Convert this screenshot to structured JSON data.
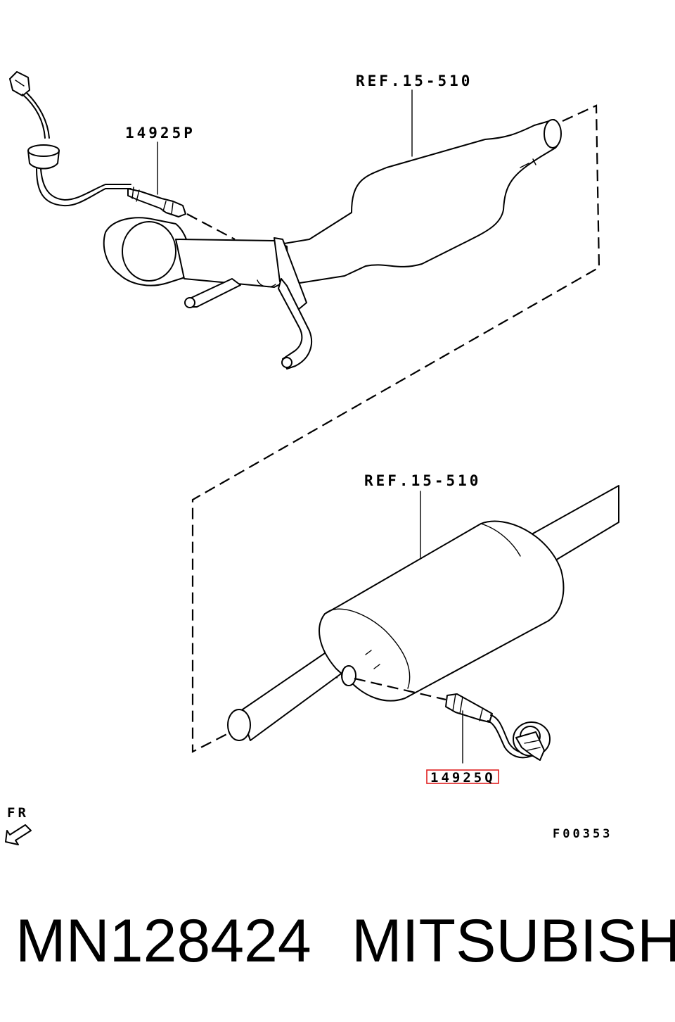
{
  "labels": {
    "ref_upper": "REF.15-510",
    "ref_lower": "REF.15-510",
    "part_upper": "14925P",
    "part_lower": "14925Q",
    "figure_code": "F00353",
    "direction": "FR"
  },
  "caption": {
    "part_number": "MN128424",
    "brand": "MITSUBISHI"
  },
  "colors": {
    "highlight": "#e02020",
    "line": "#000000",
    "background": "#ffffff"
  },
  "icons": {
    "direction_arrow": "front-arrow-icon"
  }
}
